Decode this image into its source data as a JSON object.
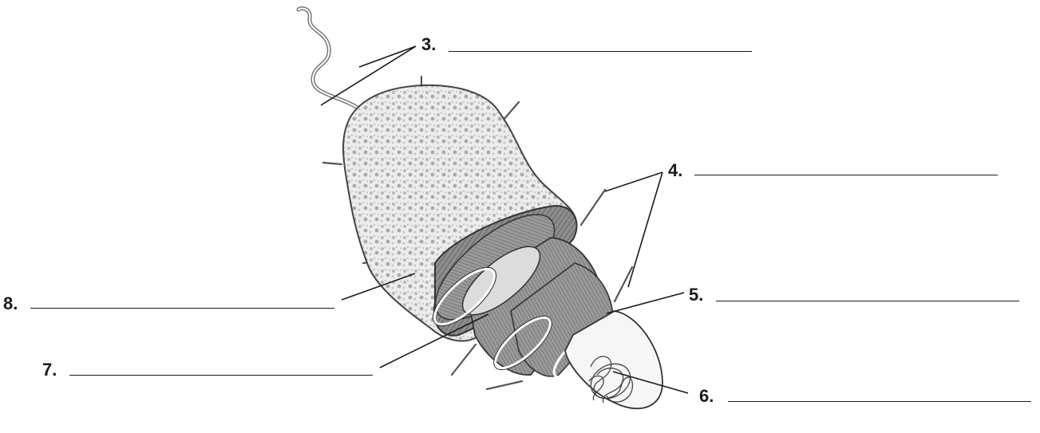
{
  "labels": [
    {
      "id": "3",
      "text": "3."
    },
    {
      "id": "4",
      "text": "4."
    },
    {
      "id": "5",
      "text": "5."
    },
    {
      "id": "6",
      "text": "6."
    },
    {
      "id": "7",
      "text": "7."
    },
    {
      "id": "8",
      "text": "8."
    }
  ],
  "colors": {
    "ink": "#1a1a1a",
    "body_fill": "#e9e9e9",
    "mottle": "#a8a8a8",
    "wall": "#7a7a7a",
    "membrane_ring": "#ffffff"
  },
  "icons": [
    "flagellum",
    "pili",
    "capsule",
    "cell-wall",
    "cell-membrane",
    "cytoplasm",
    "nucleoid-dna"
  ]
}
